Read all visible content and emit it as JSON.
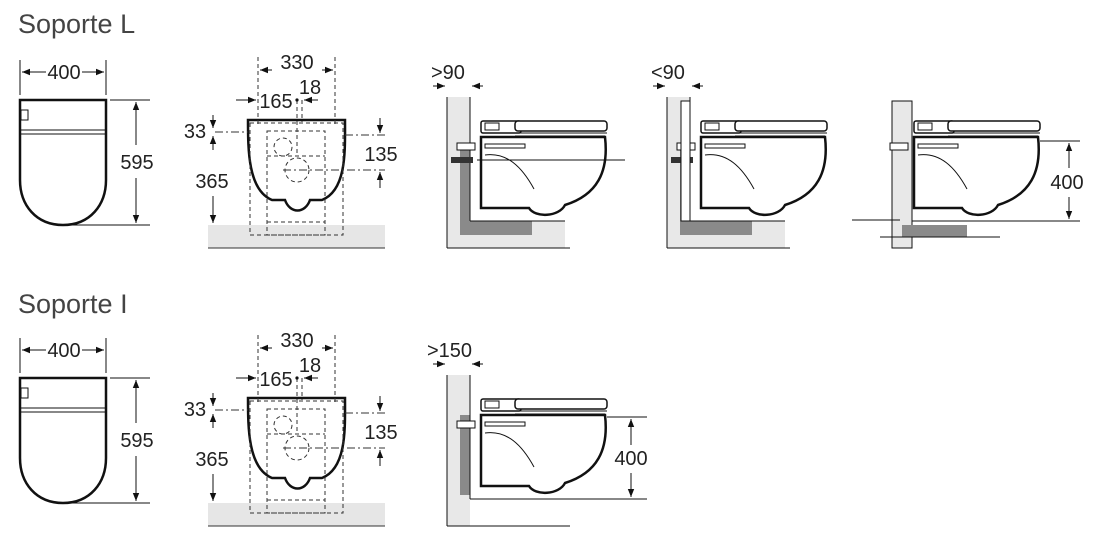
{
  "sections": [
    {
      "title": "Soporte L",
      "top_view": {
        "width": "400",
        "length": "595"
      },
      "front_view": {
        "width": "330",
        "half": "165",
        "offset": "18",
        "top": "33",
        "height": "365",
        "drain": "135"
      },
      "side_views": [
        {
          "label": ">90",
          "height": ""
        },
        {
          "label": "<90",
          "height": ""
        },
        {
          "label": "",
          "height": "400"
        }
      ]
    },
    {
      "title": "Soporte I",
      "top_view": {
        "width": "400",
        "length": "595"
      },
      "front_view": {
        "width": "330",
        "half": "165",
        "offset": "18",
        "top": "33",
        "height": "365",
        "drain": "135"
      },
      "side_views": [
        {
          "label": ">150",
          "height": "400"
        }
      ]
    }
  ]
}
